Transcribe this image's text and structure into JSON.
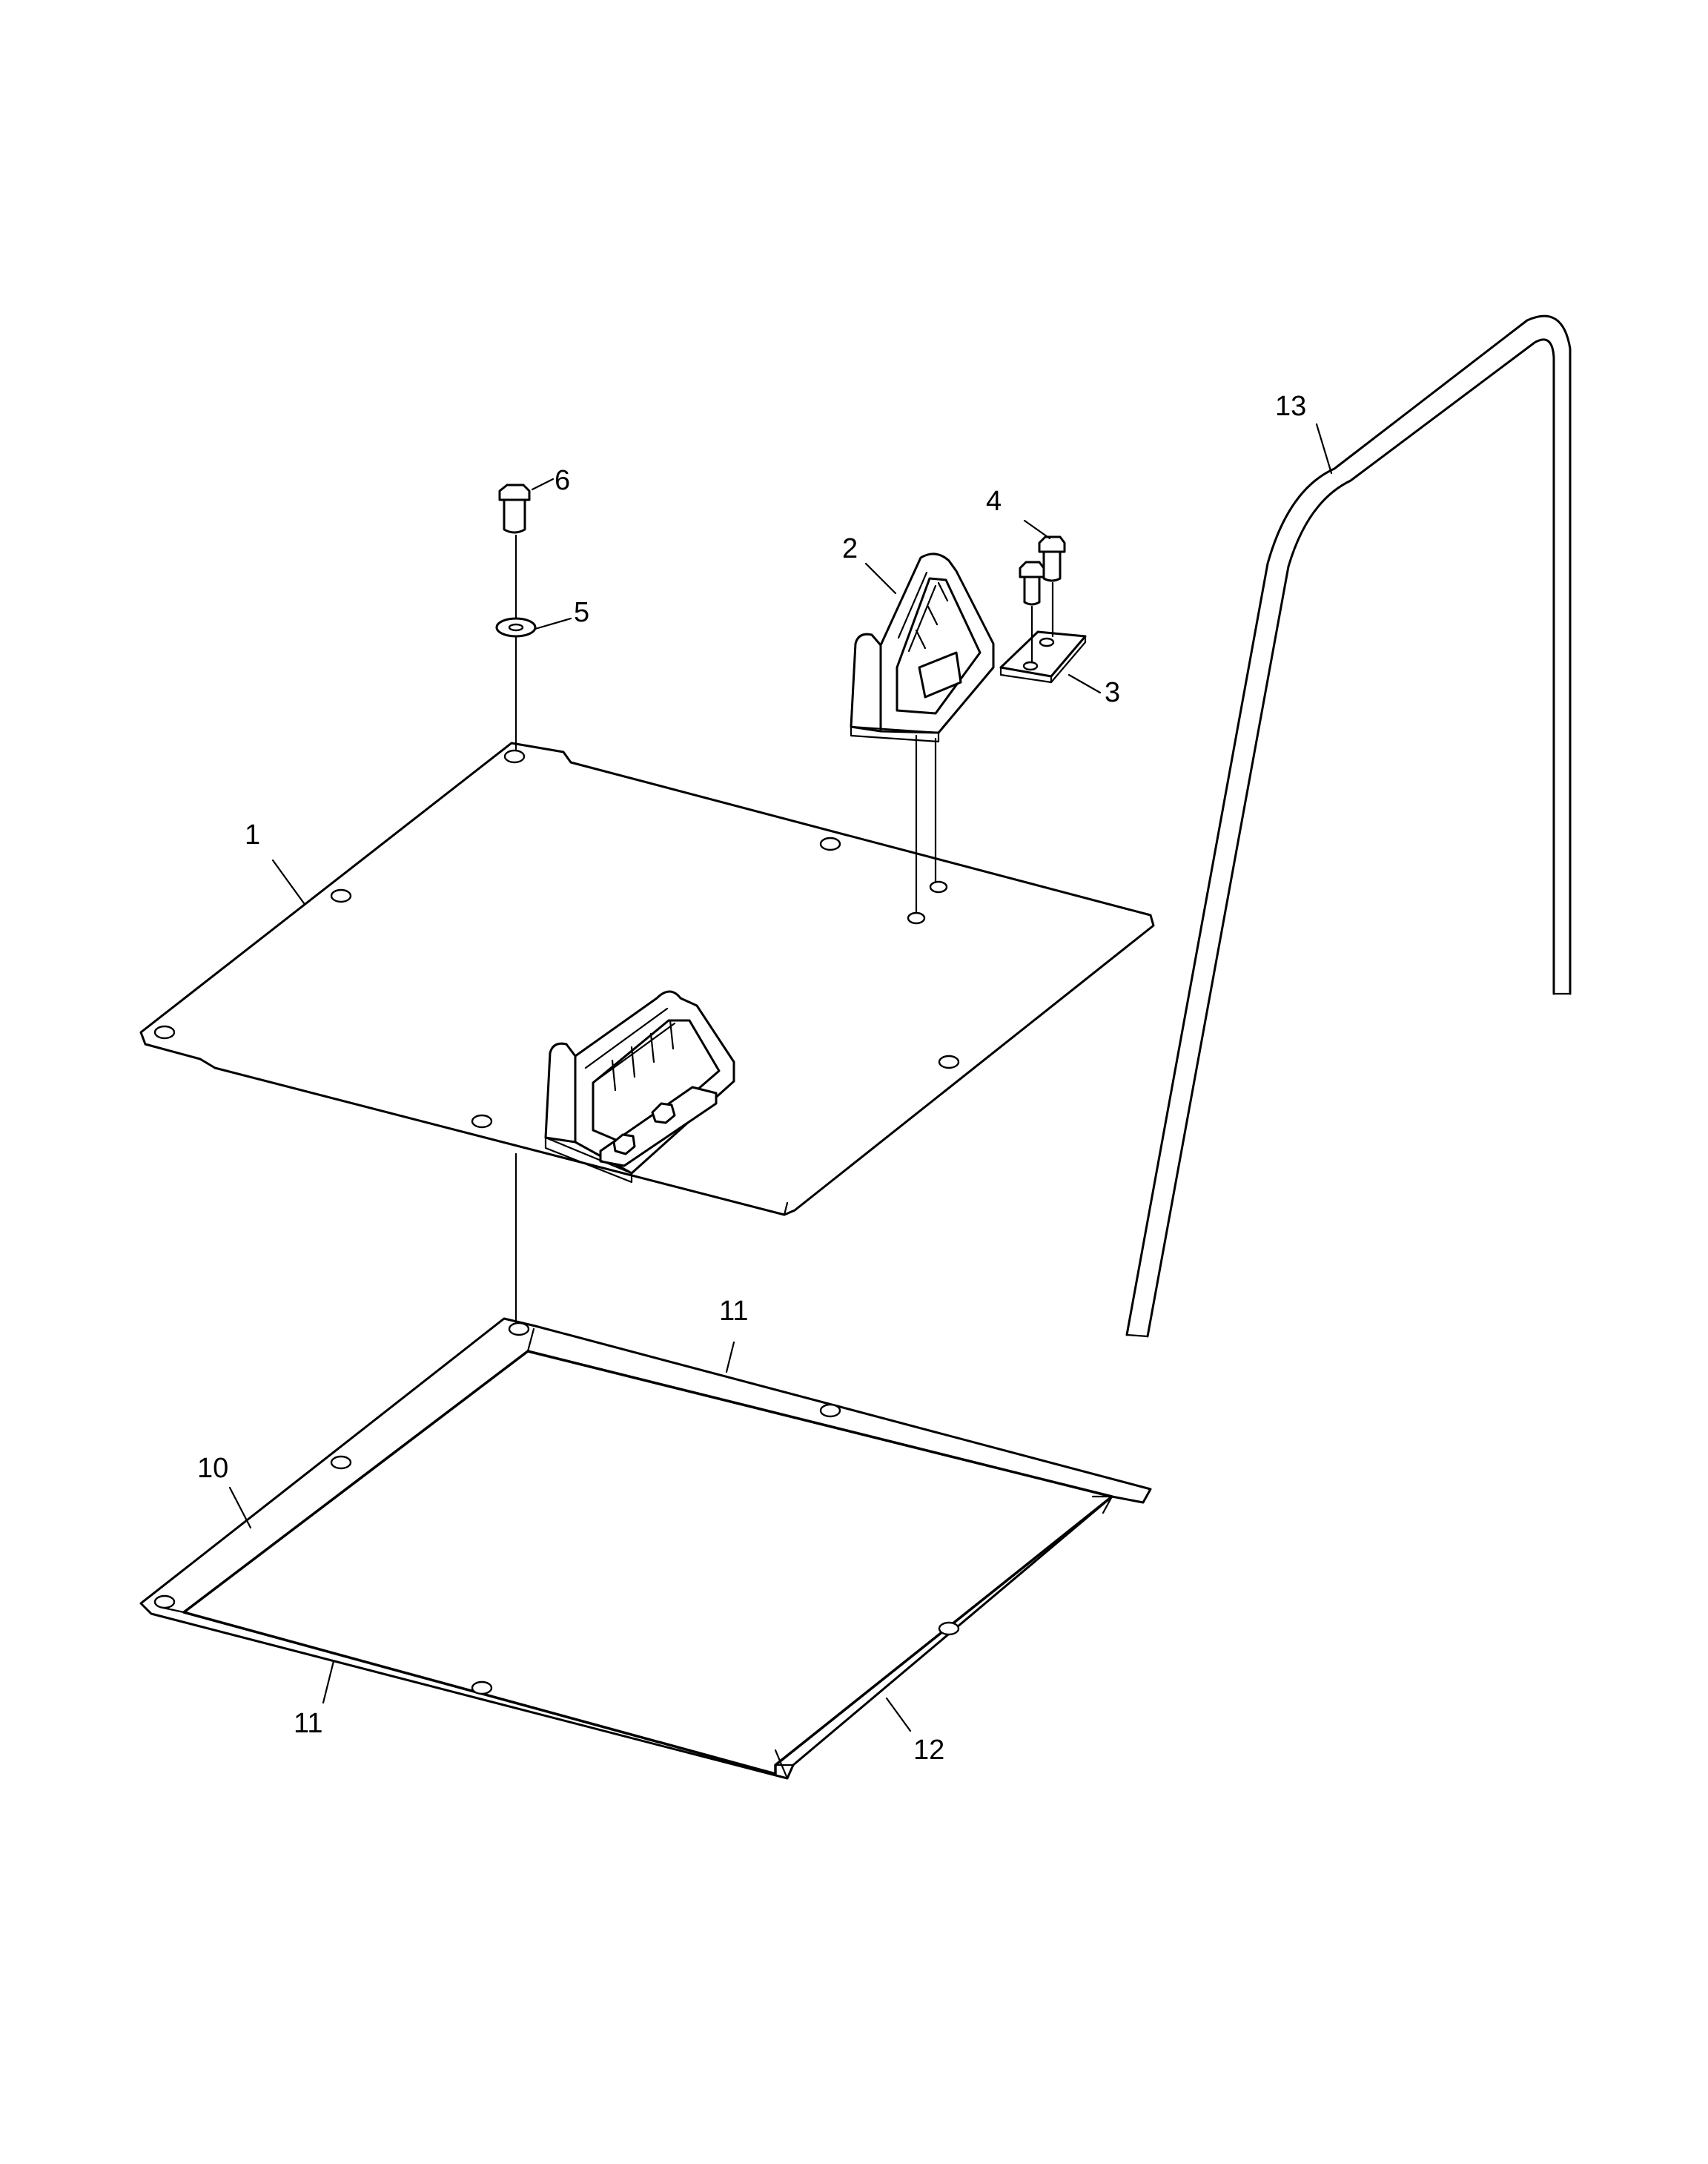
{
  "labels": {
    "p1": "1",
    "p2": "2",
    "p3": "3",
    "p4": "4",
    "p5": "5",
    "p6": "6",
    "p10": "10",
    "p11a": "11",
    "p11b": "11",
    "p12": "12",
    "p13": "13"
  }
}
